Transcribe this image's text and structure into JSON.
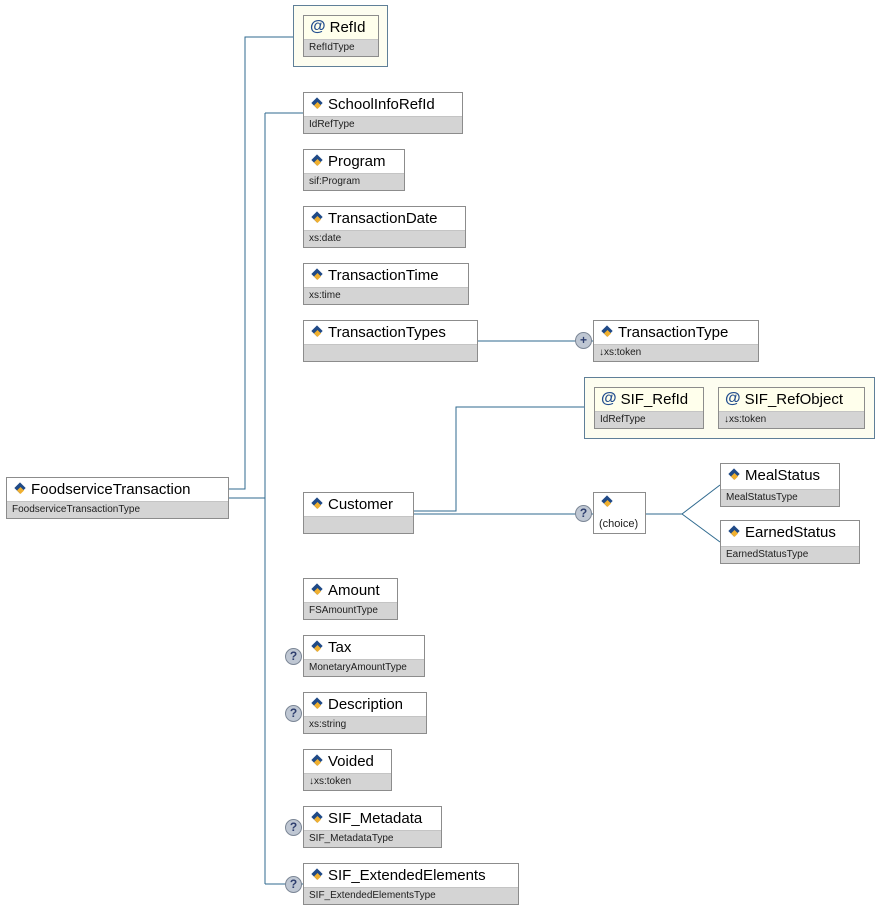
{
  "nodes": {
    "root": {
      "name": "FoodserviceTransaction",
      "type": "FoodserviceTransactionType"
    },
    "refid": {
      "name": "RefId",
      "type": "RefIdType"
    },
    "school": {
      "name": "SchoolInfoRefId",
      "type": "IdRefType"
    },
    "program": {
      "name": "Program",
      "type": "sif:Program"
    },
    "tdate": {
      "name": "TransactionDate",
      "type": "xs:date"
    },
    "ttime": {
      "name": "TransactionTime",
      "type": "xs:time"
    },
    "ttypes": {
      "name": "TransactionTypes",
      "type": ""
    },
    "ttype": {
      "name": "TransactionType",
      "type": "↓xs:token"
    },
    "customer": {
      "name": "Customer",
      "type": ""
    },
    "sifrefid": {
      "name": "SIF_RefId",
      "type": "IdRefType"
    },
    "sifrefobj": {
      "name": "SIF_RefObject",
      "type": "↓xs:token"
    },
    "choice": {
      "name": "",
      "type": "(choice)"
    },
    "meal": {
      "name": "MealStatus",
      "type": "MealStatusType"
    },
    "earned": {
      "name": "EarnedStatus",
      "type": "EarnedStatusType"
    },
    "amount": {
      "name": "Amount",
      "type": "FSAmountType"
    },
    "tax": {
      "name": "Tax",
      "type": "MonetaryAmountType"
    },
    "desc": {
      "name": "Description",
      "type": "xs:string"
    },
    "voided": {
      "name": "Voided",
      "type": "↓xs:token"
    },
    "meta": {
      "name": "SIF_Metadata",
      "type": "SIF_MetadataType"
    },
    "ext": {
      "name": "SIF_ExtendedElements",
      "type": "SIF_ExtendedElementsType"
    }
  },
  "badges": {
    "optional": "?",
    "expand": "+"
  },
  "colors": {
    "line": "#2f6a8f",
    "border": "#8c8c8c",
    "subtitle_bg": "#d4d4d4",
    "attribute_bg": "#ffffec"
  },
  "icons": {
    "element": "element-icon",
    "attribute": "attribute-at-icon",
    "optional": "optional-badge-icon",
    "expand": "expand-plus-icon"
  }
}
